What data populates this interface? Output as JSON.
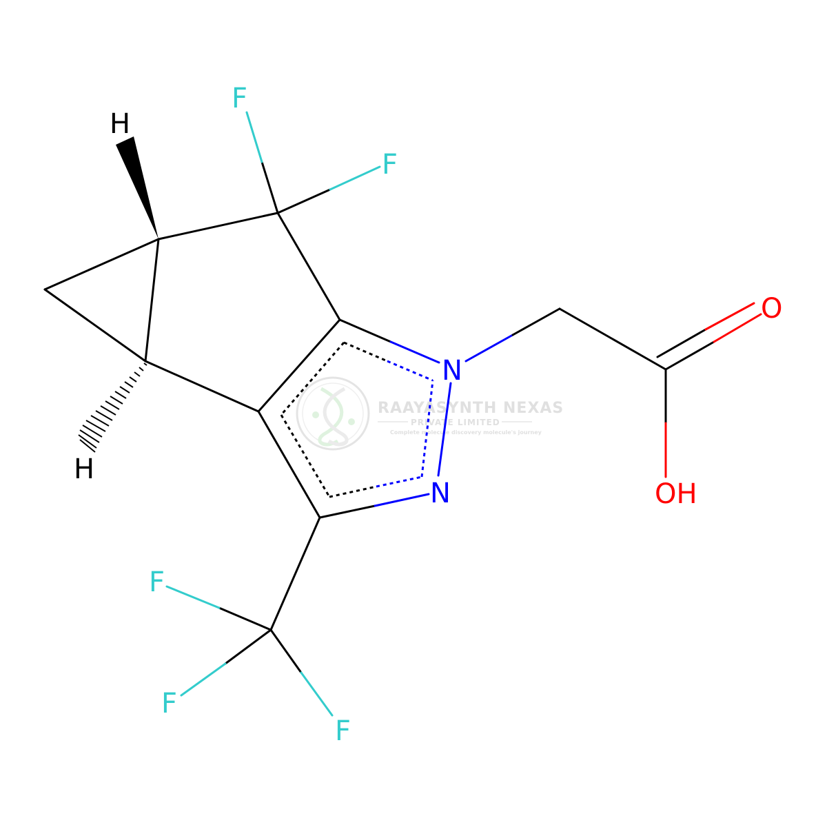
{
  "colors": {
    "carbon_bond": "#000000",
    "nitrogen": "#0000ff",
    "fluorine": "#33cccc",
    "oxygen": "#ff0000",
    "hydrogen": "#000000",
    "watermark": "#cccccc",
    "watermark_accent": "#9fd69f"
  },
  "atoms": {
    "f_top": "F",
    "f_right": "F",
    "h_top": "H",
    "h_bottom": "H",
    "n1": "N",
    "n2": "N",
    "o_double": "O",
    "oh": "OH",
    "f_cf3_left": "F",
    "f_cf3_lower": "F",
    "f_cf3_right": "F"
  },
  "watermark": {
    "title": "RAAYASYNTH NEXAS",
    "subtitle": "PRIVATE LIMITED",
    "tagline": "Complete molecule discovery molecule's journey",
    "logo_icon": "dna-helix-icon"
  }
}
